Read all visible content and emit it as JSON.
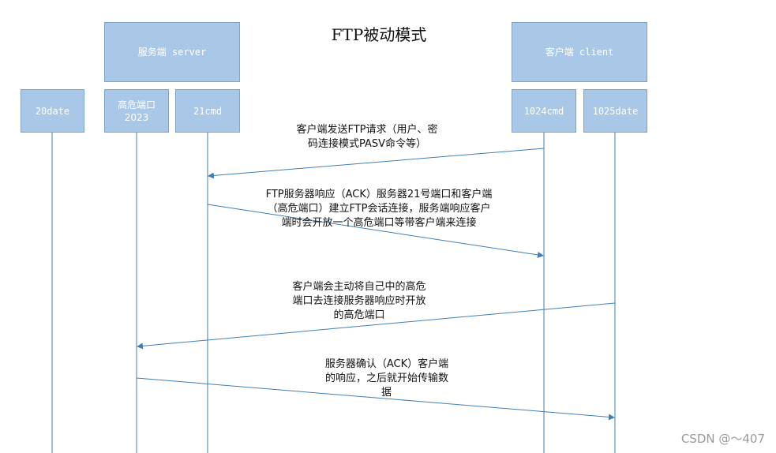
{
  "title": "FTP被动模式",
  "participants": {
    "server": "服务端 server",
    "client": "客户端 client",
    "p20": "20date",
    "high_port_line1": "高危端口",
    "high_port_line2": "2023",
    "p21": "21cmd",
    "p1024": "1024cmd",
    "p1025": "1025date"
  },
  "messages": {
    "m1_line1": "客户端发送FTP请求（用户、密",
    "m1_line2": "码连接模式PASV命令等）",
    "m2_line1": "FTP服务器响应（ACK）服务器21号端口和客户端",
    "m2_line2": "（高危端口）建立FTP会话连接，服务端响应客户",
    "m2_line3": "端时会开放一个高危端口等带客户端来连接",
    "m3_line1": "客户端会主动将自己中的高危",
    "m3_line2": "端口去连接服务器响应时开放",
    "m3_line3": "的高危端口",
    "m4_line1": "服务器确认（ACK）客户端",
    "m4_line2": "的响应，之后就开始传输数",
    "m4_line3": "据"
  },
  "watermark": "CSDN @～407",
  "colors": {
    "box": "#a9c8e8",
    "line": "#3f7fb5"
  }
}
